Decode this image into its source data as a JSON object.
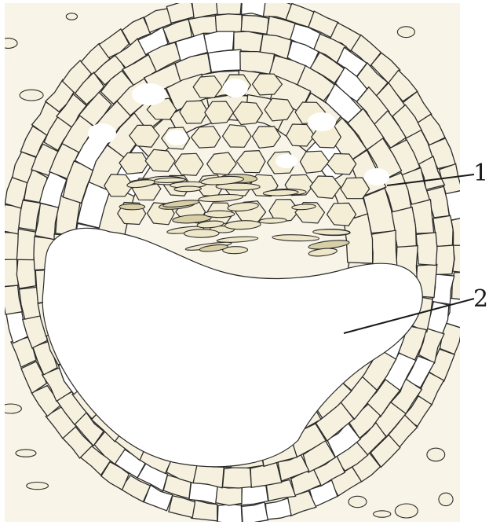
{
  "figure": {
    "callouts": [
      {
        "label": "1",
        "target": "cell-layer"
      },
      {
        "label": "2",
        "target": "cavity"
      }
    ]
  }
}
